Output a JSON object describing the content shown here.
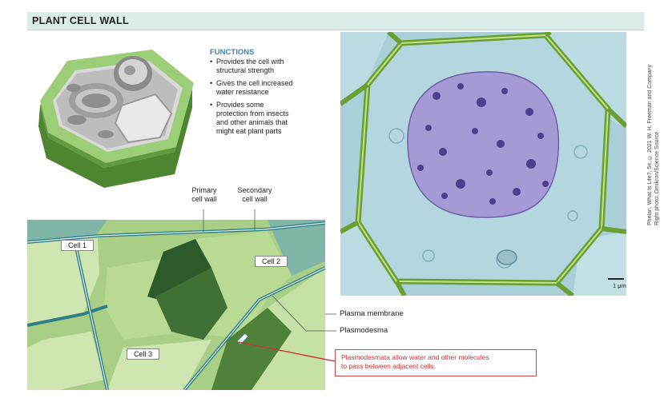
{
  "header": {
    "title": "PLANT CELL WALL"
  },
  "functions": {
    "title": "FUNCTIONS",
    "items": [
      {
        "line1": "Provides the cell with",
        "line2": "structural strength"
      },
      {
        "line1": "Gives the cell increased",
        "line2": "water resistance"
      },
      {
        "line1": "Provides some",
        "line2": "protection from insects",
        "line3": "and other animals that",
        "line4": "might eat plant parts"
      }
    ]
  },
  "diagram": {
    "primary_wall": {
      "line1": "Primary",
      "line2": "cell wall"
    },
    "secondary_wall": {
      "line1": "Secondary",
      "line2": "cell wall"
    },
    "cells": [
      "Cell 1",
      "Cell 2",
      "Cell 3"
    ],
    "plasma_membrane": "Plasma membrane",
    "plasmodesma": "Plasmodesma"
  },
  "note": {
    "line1": "Plasmodesmata allow water and other molecules",
    "line2": "to pass between adjacent cells."
  },
  "micrograph": {
    "scale": "1 μm"
  },
  "credit": {
    "line1": "Phelan, What Is Life?, 5e, © 2021 W. H. Freeman and Company",
    "line2": "Right photo: Omikron/Science Source"
  },
  "colors": {
    "header_bg": "#dcecea",
    "functions_title": "#3d7fb8",
    "wall_green": "#8fc06a",
    "wall_teal": "#2f7f86",
    "note_red": "#d32f2f",
    "nucleus_purple": "#8e7fc4",
    "cytoplasm_blue": "#b9dbe3"
  }
}
